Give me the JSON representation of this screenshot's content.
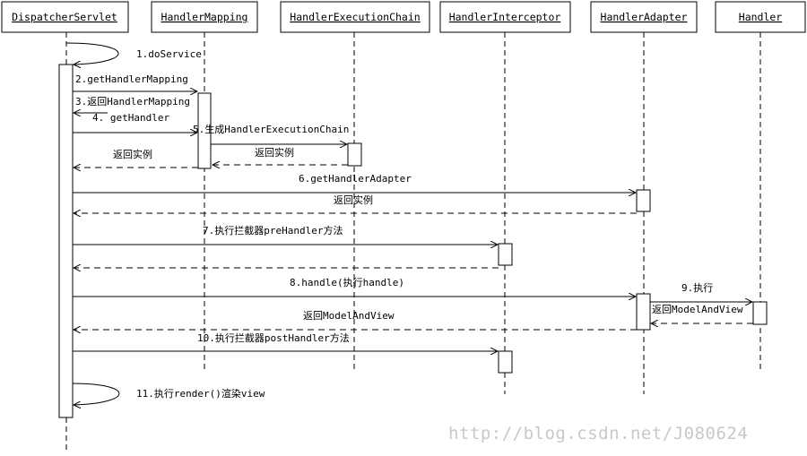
{
  "participants": [
    {
      "id": "ds",
      "name": "DispatcherServlet"
    },
    {
      "id": "hm",
      "name": "HandlerMapping"
    },
    {
      "id": "hec",
      "name": "HandlerExecutionChain"
    },
    {
      "id": "hi",
      "name": "HandlerInterceptor"
    },
    {
      "id": "ha",
      "name": "HandlerAdapter"
    },
    {
      "id": "h",
      "name": "Handler"
    }
  ],
  "messages": [
    {
      "id": "m1",
      "label": "1.doService"
    },
    {
      "id": "m2",
      "label": "2.getHandlerMapping"
    },
    {
      "id": "m3",
      "label": "3.返回HandlerMapping"
    },
    {
      "id": "m4",
      "label": "4. getHandler"
    },
    {
      "id": "m5",
      "label": "5.生成HandlerExecutionChain"
    },
    {
      "id": "m5r",
      "label": "返回实例"
    },
    {
      "id": "m4r",
      "label": "返回实例"
    },
    {
      "id": "m6",
      "label": "6.getHandlerAdapter"
    },
    {
      "id": "m6r",
      "label": "返回实例"
    },
    {
      "id": "m7",
      "label": "7.执行拦截器preHandler方法"
    },
    {
      "id": "m8",
      "label": "8.handle(执行handle)"
    },
    {
      "id": "m9",
      "label": "9.执行"
    },
    {
      "id": "m9r",
      "label": "返回ModelAndView"
    },
    {
      "id": "m8r",
      "label": "返回ModelAndView"
    },
    {
      "id": "m10",
      "label": "10.执行拦截器postHandler方法"
    },
    {
      "id": "m11",
      "label": "11.执行render()渲染view"
    }
  ],
  "watermark": "http://blog.csdn.net/J080624"
}
